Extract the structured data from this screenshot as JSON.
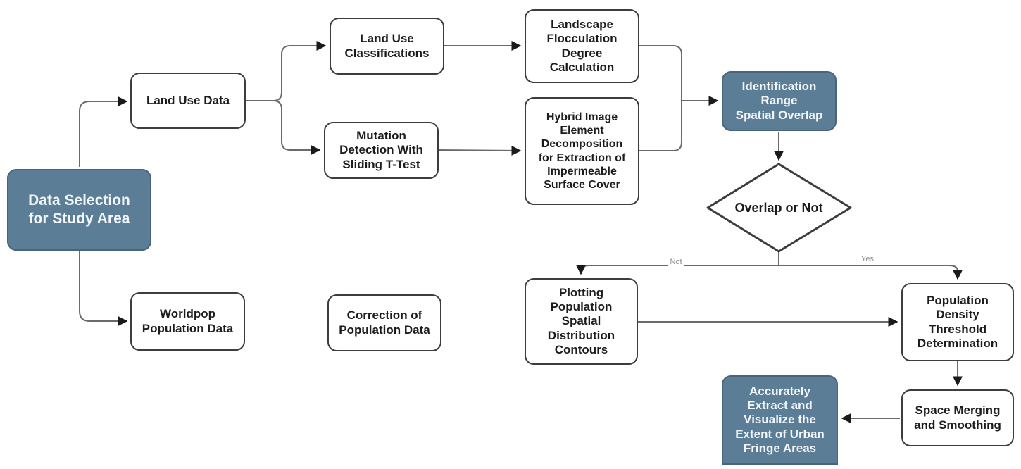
{
  "colors": {
    "accent": "#5b7e96",
    "accent_border": "#49657c",
    "shape_border": "#3d3d3d",
    "line": "#6a6a6a",
    "arrow": "#1a1a1a"
  },
  "nodes": {
    "data_selection": "Data Selection\nfor Study Area",
    "land_use_data": "Land Use Data",
    "land_use_classifications": "Land Use\nClassifications",
    "landscape_flocculation": "Landscape\nFlocculation\nDegree\nCalculation",
    "mutation_detection": "Mutation\nDetection With\nSliding T-Test",
    "hybrid_image": "Hybrid Image\nElement\nDecomposition\nfor Extraction of\nImpermeable\nSurface Cover",
    "identification_range": "Identification\nRange\nSpatial Overlap",
    "overlap_or_not": "Overlap or Not",
    "worldpop": "Worldpop\nPopulation Data",
    "correction": "Correction of\nPopulation Data",
    "plotting": "Plotting\nPopulation\nSpatial\nDistribution\nContours",
    "population_density": "Population\nDensity\nThreshold\nDetermination",
    "space_merging": "Space Merging\nand Smoothing",
    "accurately_extract": "Accurately\nExtract and\nVisualize the\nExtent of Urban\nFringe Areas"
  },
  "edge_labels": {
    "no": "Not",
    "yes": "Yes"
  }
}
